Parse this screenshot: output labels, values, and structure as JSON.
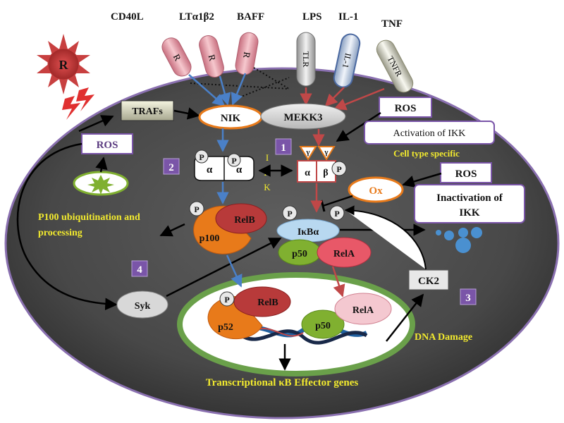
{
  "ligands": {
    "cd40l": "CD40L",
    "lta1b2": "LTα1β2",
    "baff": "BAFF",
    "lps": "LPS",
    "il1": "IL-1",
    "tnf": "TNF"
  },
  "receptors": {
    "r1": "R",
    "r2": "R",
    "r3": "R",
    "tlr": "TLR",
    "il1": "IL-1",
    "tnfr": "TNFR"
  },
  "radical": "R",
  "nodes": {
    "trafs": "TRAFs",
    "nik": "NIK",
    "mekk3": "MEKK3",
    "ros_left": "ROS",
    "ros_top": "ROS",
    "ros_right": "ROS",
    "ox": "Ox",
    "ikba": "IκBα",
    "p50": "p50",
    "rela": "RelA",
    "relb": "RelB",
    "p100": "p100",
    "p52": "p52",
    "nuc_relb": "RelB",
    "nuc_rela": "RelA",
    "nuc_p50": "p50",
    "syk": "Syk",
    "ck2": "CK2",
    "phos": "P",
    "alpha": "α",
    "beta": "β",
    "gamma": "γ"
  },
  "ikk_letters": [
    "I",
    "K",
    "K"
  ],
  "boxes": {
    "activation": "Activation of IKK",
    "inactivation_line1": "Inactivation of",
    "inactivation_line2": "IKK"
  },
  "captions": {
    "cell_type": "Cell type specific",
    "p100_line1": "P100 ubiquitination  and",
    "p100_line2": "processing",
    "dna_damage": "DNA Damage",
    "transcriptional": "Transcriptional  κB Effector genes"
  },
  "badges": [
    "1",
    "2",
    "3",
    "4"
  ],
  "colors": {
    "cell": "#4a4a4a",
    "cell_border": "#8a70b0",
    "badge": "#7a55a8",
    "caption": "#f2ea2e",
    "receptor_r": "#e8a0a8",
    "arrow_blue": "#4a80c8",
    "arrow_red": "#c04848",
    "relb": "#b83a3a",
    "p100": "#e87a1a",
    "p50": "#80b030",
    "rela": "#e85868",
    "ikba": "#b8d8f0",
    "ox": "#e87a1a"
  }
}
